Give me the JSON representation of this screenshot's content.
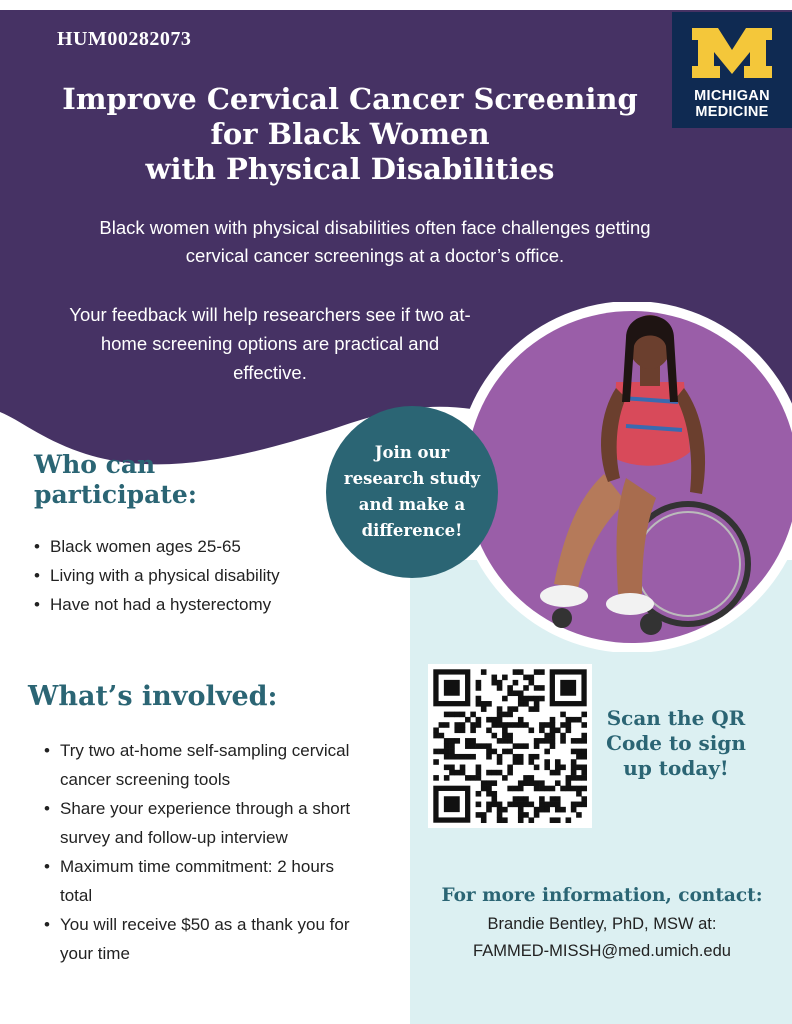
{
  "header": {
    "study_id": "HUM00282073",
    "title_lines": [
      "Improve Cervical Cancer Screening",
      "for Black Women",
      "with Physical Disabilities"
    ]
  },
  "logo": {
    "letter": "M",
    "line1": "MICHIGAN",
    "line2": "MEDICINE"
  },
  "intro": {
    "text": "Black women with physical disabilities often face challenges getting cervical cancer screenings at a doctor’s office.",
    "feedback": "Your feedback will help researchers see if two at-home screening options are practical and effective."
  },
  "callout": "Join our research study and make a difference!",
  "who": {
    "heading": "Who can participate:",
    "items": [
      "Black women ages 25-65",
      "Living with a physical disability",
      "Have not had a hysterectomy"
    ]
  },
  "involved": {
    "heading": "What’s involved:",
    "items": [
      "Try two at-home self-sampling cervical cancer screening tools",
      "Share your experience through a short survey and follow-up interview",
      "Maximum time commitment: 2 hours total",
      "You will receive $50 as a thank you for your time"
    ]
  },
  "signup": {
    "scan_text": "Scan the QR Code to sign up today!"
  },
  "contact": {
    "heading": "For more information, contact:",
    "name": "Brandie Bentley, PhD, MSW at:",
    "email": "FAMMED-MISSH@med.umich.edu"
  },
  "colors": {
    "purple": "#463264",
    "teal": "#2b6574",
    "light_teal": "#dcf0f2",
    "navy": "#0f2a52",
    "maize": "#f4c73a",
    "circle_purple": "#9a5ea8"
  },
  "icons": {
    "photo": "woman-in-wheelchair-photo",
    "qr": "qr-code"
  }
}
